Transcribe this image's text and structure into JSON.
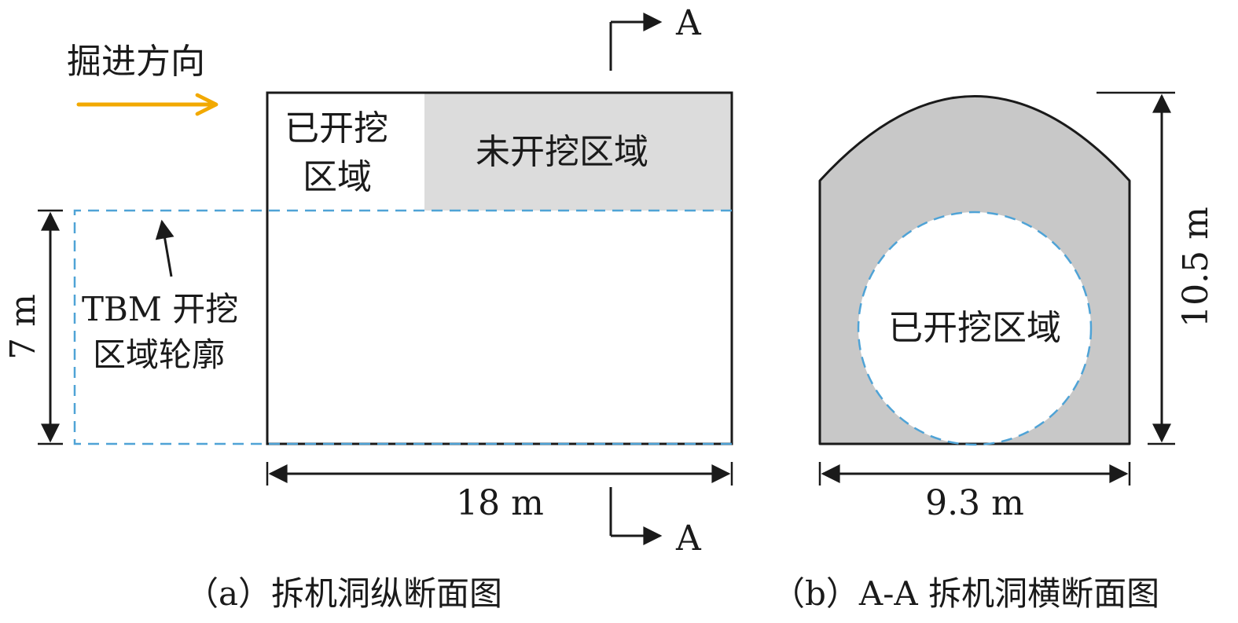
{
  "colors": {
    "outline": "#1a1a1a",
    "tbm_contour": "#4fa3d6",
    "unexcavated_fill": "#dcdcdc",
    "cross_section_fill": "#c8c8c8",
    "direction_arrow": "#f2a900"
  },
  "longitudinal": {
    "direction_label": "掘进方向",
    "excavated_label_line1": "已开挖",
    "excavated_label_line2": "区域",
    "unexcavated_label": "未开挖区域",
    "tbm_label_line1": "TBM 开挖",
    "tbm_label_line2": "区域轮廓",
    "height_dim": "7 m",
    "length_dim": "18 m",
    "section_mark_top": "A",
    "section_mark_bottom": "A",
    "caption": "（a）拆机洞纵断面图"
  },
  "cross_section": {
    "excavated_label": "已开挖区域",
    "height_dim": "10.5 m",
    "width_dim": "9.3 m",
    "caption": "（b）A-A 拆机洞横断面图"
  }
}
